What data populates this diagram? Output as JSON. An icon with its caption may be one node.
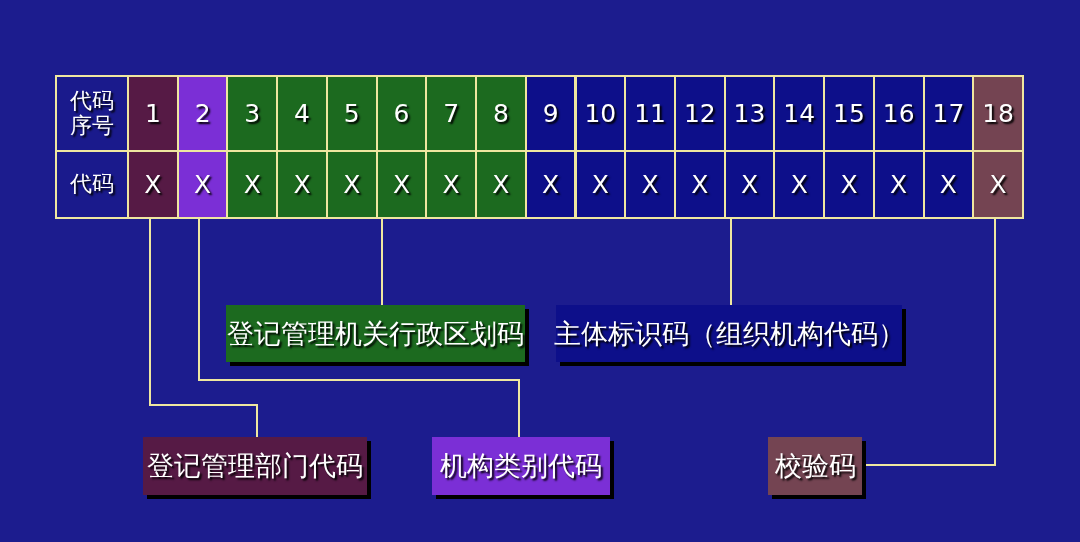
{
  "diagram": {
    "nodes": [
      {
        "text": [
          "X"
        ]
      },
      {
        "text": [
          "X"
        ]
      },
      {
        "text": [
          "X"
        ]
      },
      {
        "text": [
          "X"
        ]
      },
      {
        "text": [
          "X"
        ]
      },
      {
        "text": [
          "登记管理机关行政区划码"
        ]
      },
      {
        "text": [
          "主体标识码（组织机构代码）"
        ]
      },
      {
        "text": [
          "登记管理部门代码"
        ]
      },
      {
        "text": [
          "机构类别代码"
        ]
      },
      {
        "text": [
          "校验码"
        ]
      }
    ],
    "edges": [
      {
        "from": 5,
        "to": 2,
        "arrow": "none"
      },
      {
        "from": 6,
        "to": 3,
        "arrow": "none"
      },
      {
        "from": 7,
        "to": 0,
        "arrow": "none"
      },
      {
        "from": 8,
        "to": 1,
        "arrow": "none"
      },
      {
        "from": 9,
        "to": 4,
        "arrow": "none"
      }
    ],
    "labels": [
      "代码序号",
      "1",
      "2",
      "3",
      "4",
      "5",
      "6",
      "7",
      "8",
      "9",
      "10",
      "11",
      "12",
      "13",
      "14",
      "15",
      "16",
      "17",
      "18",
      "代码",
      "X",
      "X",
      "X",
      "X",
      "X",
      "X",
      "X",
      "X",
      "X",
      "X",
      "X",
      "X",
      "X"
    ]
  }
}
